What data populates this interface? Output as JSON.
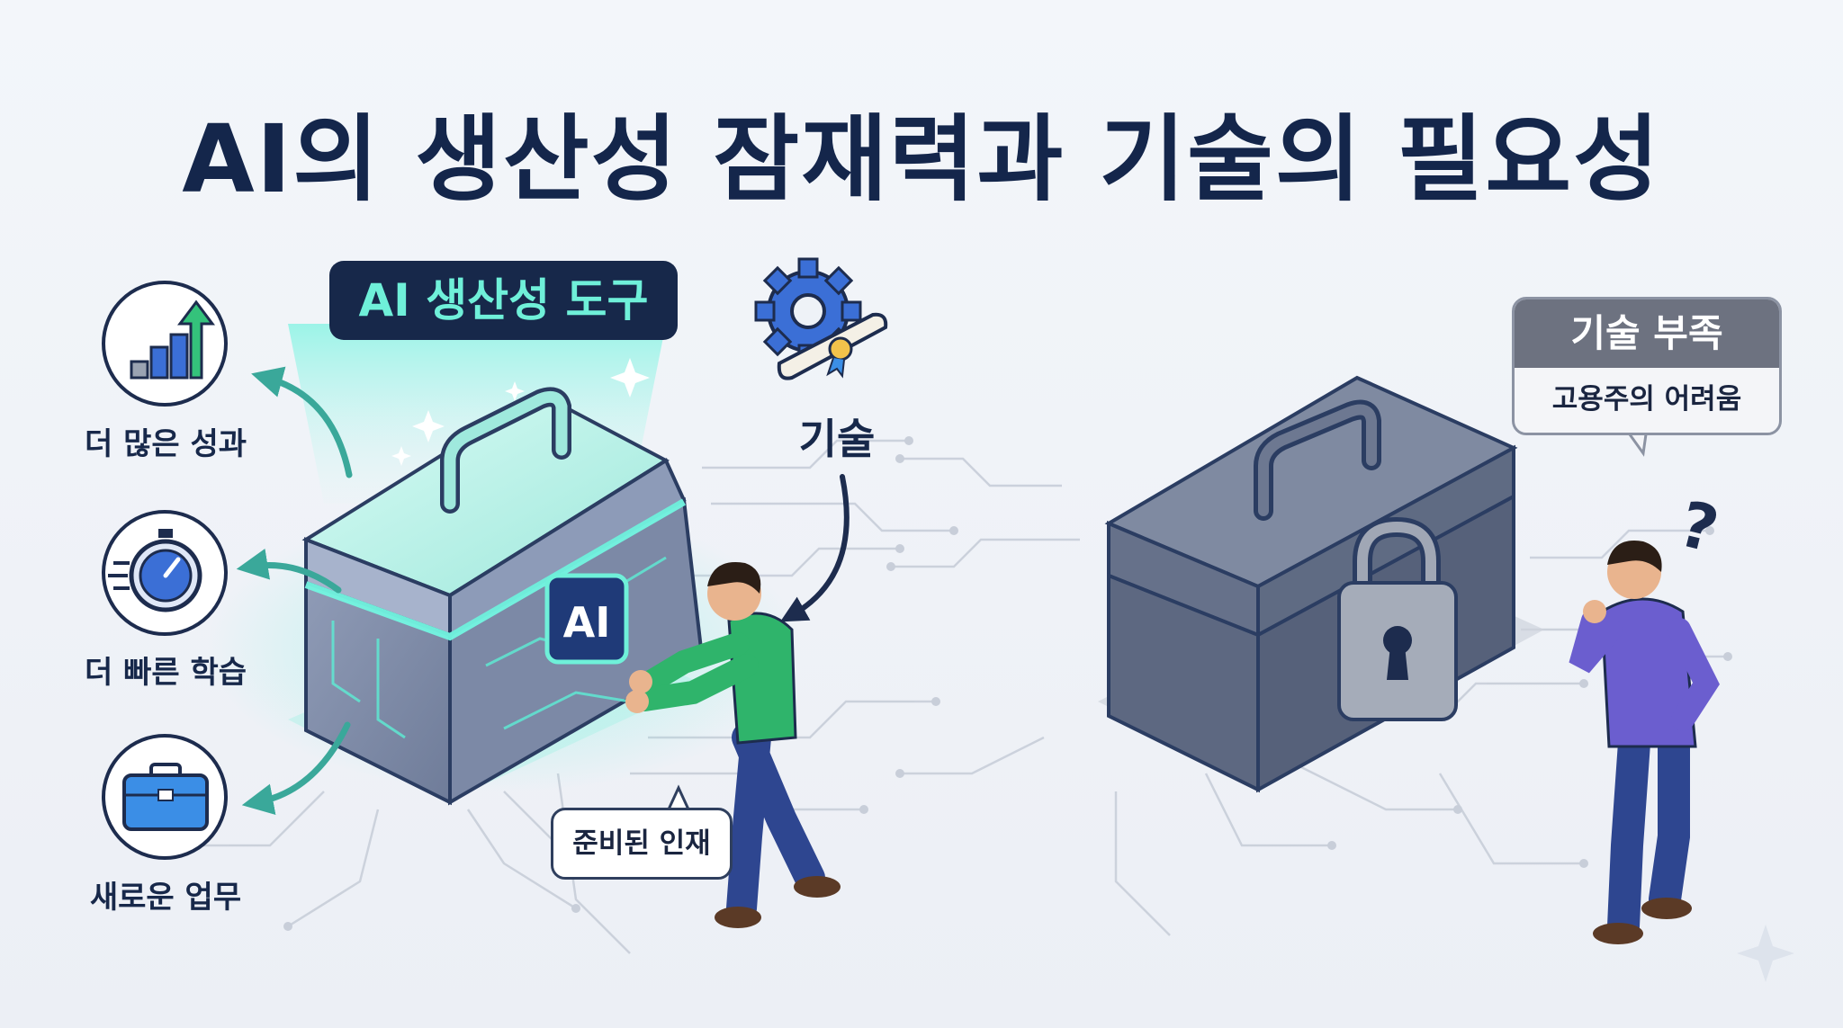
{
  "title": "AI의 생산성 잠재력과 기술의 필요성",
  "tool_label": "AI 생산성 도구",
  "chest_badge": "AI",
  "skill_label": "기술",
  "benefits": [
    {
      "label": "더 많은 성과",
      "icon": "bar-chart-growth-icon"
    },
    {
      "label": "더 빠른 학습",
      "icon": "stopwatch-icon"
    },
    {
      "label": "새로운 업무",
      "icon": "briefcase-icon"
    }
  ],
  "ready_talent_label": "준비된 인재",
  "skill_gap": {
    "title": "기술 부족",
    "subtitle": "고용주의 어려움"
  },
  "question_mark": "?",
  "colors": {
    "navy": "#17284a",
    "teal": "#5fe9d2",
    "green": "#2fb46b",
    "steel": "#5f6b83",
    "purple": "#6b5ecf"
  }
}
